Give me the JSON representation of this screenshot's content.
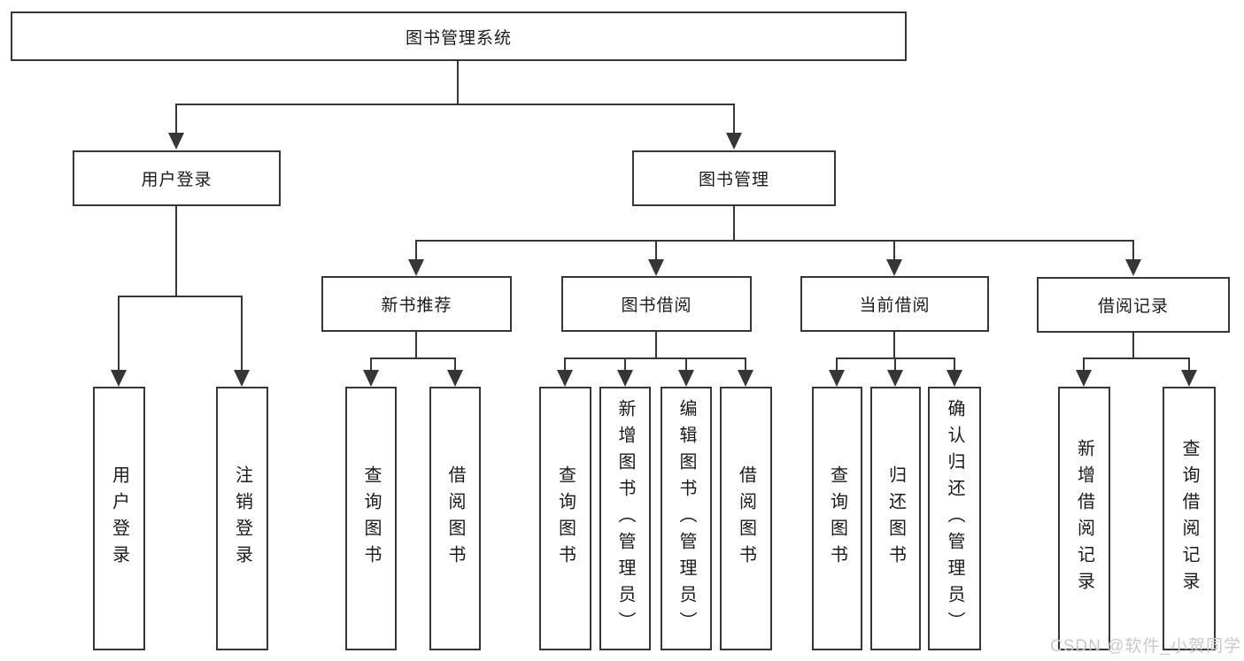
{
  "tree": {
    "root": {
      "label": "图书管理系统"
    },
    "user_login": {
      "label": "用户登录",
      "children": [
        {
          "label": "用户登录"
        },
        {
          "label": "注销登录"
        }
      ]
    },
    "book_mgmt": {
      "label": "图书管理"
    },
    "new_book": {
      "label": "新书推荐",
      "children": [
        {
          "label": "查询图书"
        },
        {
          "label": "借阅图书"
        }
      ]
    },
    "book_borrow": {
      "label": "图书借阅",
      "children": [
        {
          "label": "查询图书"
        },
        {
          "label": "新增图书（管理员）"
        },
        {
          "label": "编辑图书（管理员）"
        },
        {
          "label": "借阅图书"
        }
      ]
    },
    "current_borrow": {
      "label": "当前借阅",
      "children": [
        {
          "label": "查询图书"
        },
        {
          "label": "归还图书"
        },
        {
          "label": "确认归还（管理员）"
        }
      ]
    },
    "borrow_records": {
      "label": "借阅记录",
      "children": [
        {
          "label": "新增借阅记录"
        },
        {
          "label": "查询借阅记录"
        }
      ]
    }
  },
  "watermark": {
    "text": "CSDN @软件_小贺同学"
  },
  "colors": {
    "line": "#363636",
    "text": "#1a1a1a",
    "watermark": "#c9c9c9",
    "background": "#ffffff"
  }
}
